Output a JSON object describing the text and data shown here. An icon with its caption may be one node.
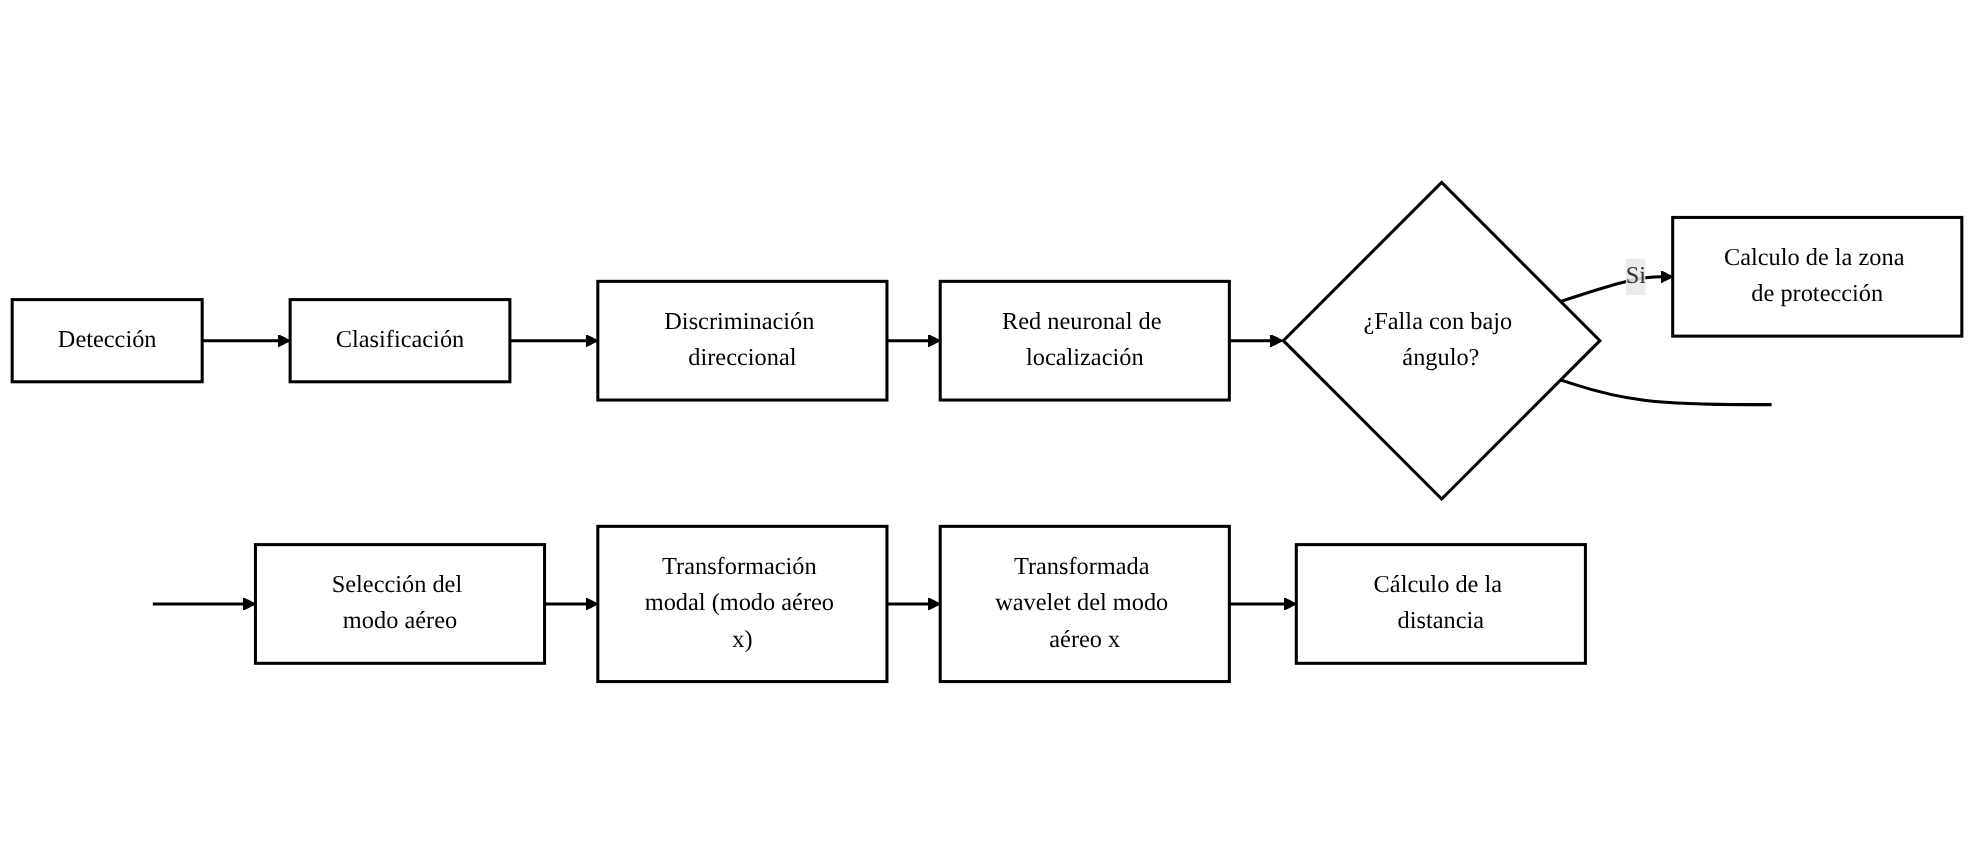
{
  "diagram": {
    "nodes": [
      {
        "text": [
          "Detección"
        ]
      },
      {
        "text": [
          "Clasificación"
        ]
      },
      {
        "text": [
          "Discriminación direccional"
        ]
      },
      {
        "text": [
          "Red neuronal de localización"
        ]
      },
      {
        "text": [
          "¿Falla con bajo ángulo?"
        ]
      },
      {
        "text": [
          "Calculo de la zona de protección"
        ]
      },
      {
        "text": [
          "Selección del modo aéreo"
        ]
      },
      {
        "text": [
          "Transformación modal (modo aéreo x)"
        ]
      },
      {
        "text": [
          "Transformada wavelet del modo aéreo x"
        ]
      },
      {
        "text": [
          "Cálculo de la distancia"
        ]
      }
    ],
    "edges": [
      {
        "from": 0,
        "to": 1,
        "arrow": "to"
      },
      {
        "from": 1,
        "to": 2,
        "arrow": "to"
      },
      {
        "from": 2,
        "to": 3,
        "arrow": "to"
      },
      {
        "from": 3,
        "to": 4,
        "arrow": "to"
      },
      {
        "from": 4,
        "to": 5,
        "arrow": "to",
        "label": "Si"
      },
      {
        "from": 4,
        "to": null,
        "arrow": "none"
      },
      {
        "from": null,
        "to": 6,
        "arrow": "to"
      },
      {
        "from": 6,
        "to": 7,
        "arrow": "to"
      },
      {
        "from": 7,
        "to": 8,
        "arrow": "to"
      },
      {
        "from": 8,
        "to": 9,
        "arrow": "to"
      }
    ]
  }
}
